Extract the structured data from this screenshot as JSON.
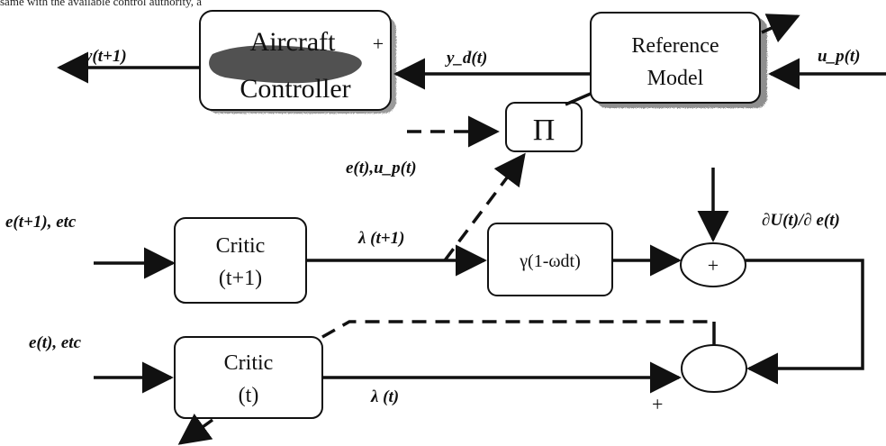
{
  "caption": "same with the available control authority, a",
  "blocks": {
    "aircraft_controller": {
      "line1": "Aircraft",
      "line2": "Controller",
      "plus": "+"
    },
    "reference_model": {
      "line1": "Reference",
      "line2": "Model"
    },
    "pi": "Π",
    "critic_next": {
      "line1": "Critic",
      "line2": "(t+1)"
    },
    "critic_now": {
      "line1": "Critic",
      "line2": "(t)"
    },
    "gamma": "γ(1-ωdt)",
    "sum_top": "+"
  },
  "signals": {
    "y_next": "y(t+1)",
    "y_d": "y_d(t)",
    "u_p": "u_p(t)",
    "e_up": "e(t),u_p(t)",
    "e_next": "e(t+1), etc",
    "e_now": "e(t), etc",
    "lambda_next": "λ (t+1)",
    "lambda_now": "λ (t)",
    "dU": "∂U(t)/∂ e(t)",
    "plus_bottom": "+"
  }
}
